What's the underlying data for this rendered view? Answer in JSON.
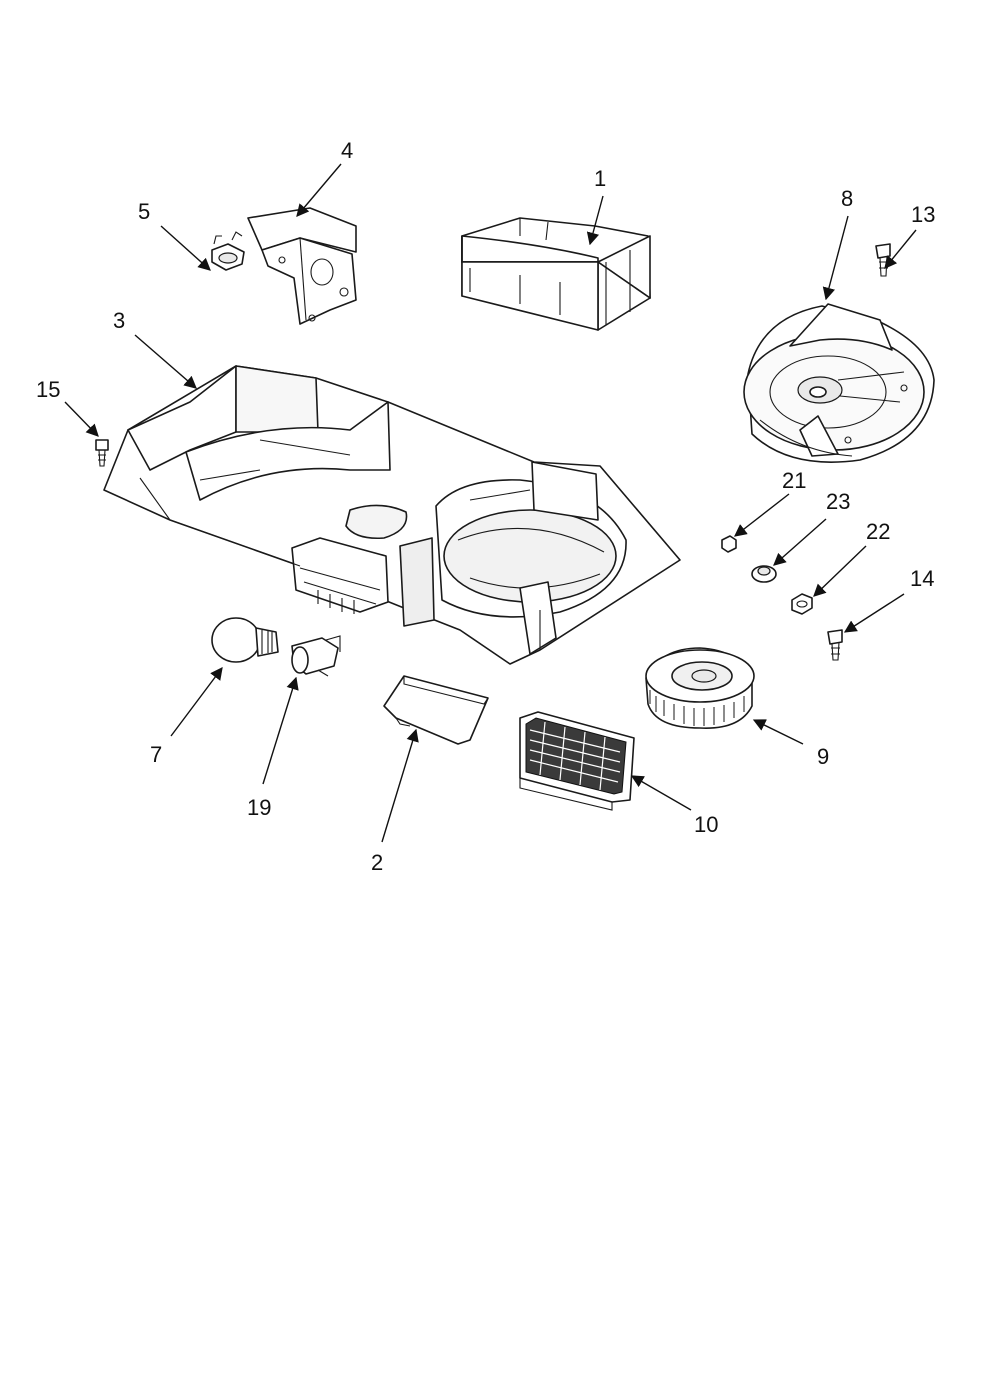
{
  "callouts": {
    "c1": "1",
    "c2": "2",
    "c3": "3",
    "c4": "4",
    "c5": "5",
    "c7": "7",
    "c8": "8",
    "c9": "9",
    "c10": "10",
    "c13": "13",
    "c14": "14",
    "c15": "15",
    "c19": "19",
    "c21": "21",
    "c22": "22",
    "c23": "23"
  }
}
